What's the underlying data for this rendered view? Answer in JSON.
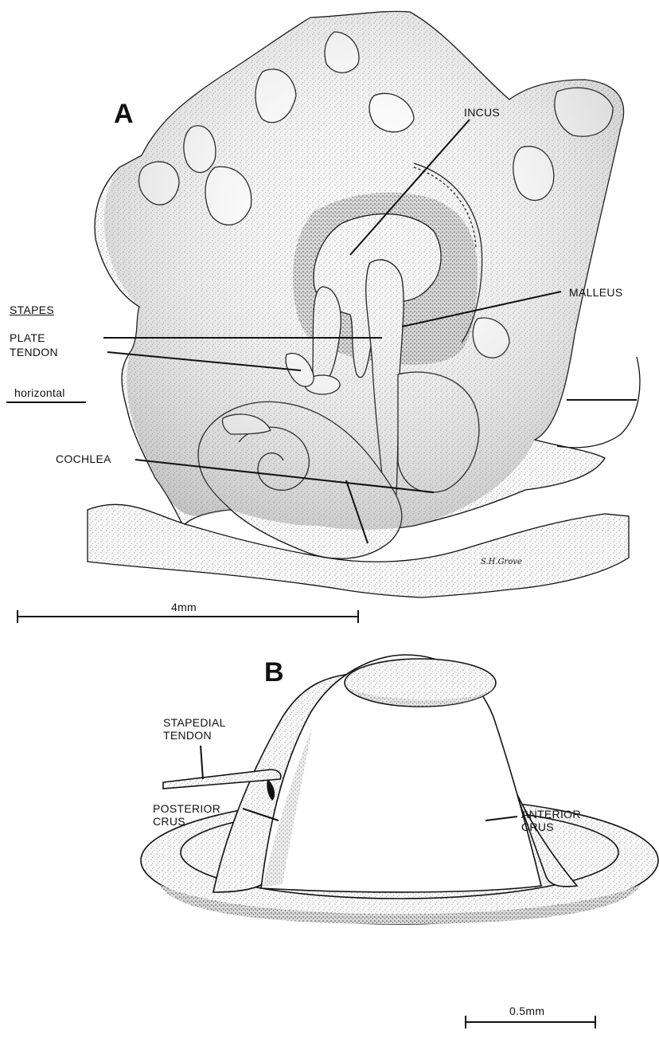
{
  "panel_a": {
    "letter": "A",
    "labels": {
      "incus": "INCUS",
      "malleus": "MALLEUS",
      "stapes": "STAPES",
      "plate": "PLATE",
      "tendon": "TENDON",
      "horizontal": "horizontal",
      "cochlea": "COCHLEA"
    },
    "signature": "S.H.Grove",
    "scale_label": "4mm"
  },
  "panel_b": {
    "letter": "B",
    "labels": {
      "stapedial_tendon_1": "STAPEDIAL",
      "stapedial_tendon_2": "TENDON",
      "posterior_crus_1": "POSTERIOR",
      "posterior_crus_2": "CRUS",
      "anterior_crus_1": "ANTERIOR",
      "anterior_crus_2": "CRUS"
    },
    "scale_label": "0.5mm"
  },
  "colors": {
    "ink": "#111111",
    "paper": "#ffffff",
    "stipple": "#9a9a9a"
  }
}
